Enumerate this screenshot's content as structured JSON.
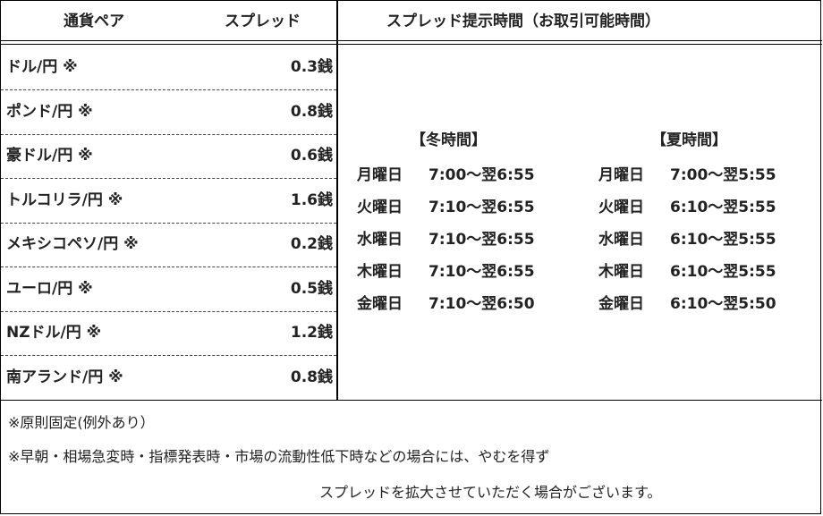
{
  "header": {
    "pair_label": "通貨ペア",
    "spread_label": "スプレッド",
    "time_label": "スプレッド提示時間（お取引可能時間）"
  },
  "rows": [
    {
      "pair": "ドル/円 ※",
      "spread": "0.3銭"
    },
    {
      "pair": "ポンド/円 ※",
      "spread": "0.8銭"
    },
    {
      "pair": "豪ドル/円 ※",
      "spread": "0.6銭"
    },
    {
      "pair": "トルコリラ/円 ※",
      "spread": "1.6銭"
    },
    {
      "pair": "メキシコペソ/円 ※",
      "spread": "0.2銭"
    },
    {
      "pair": "ユーロ/円 ※",
      "spread": "0.5銭"
    },
    {
      "pair": "NZドル/円 ※",
      "spread": "1.2銭"
    },
    {
      "pair": "南アランド/円 ※",
      "spread": "0.8銭"
    }
  ],
  "winter": {
    "title": "【冬時間】",
    "days": [
      {
        "day": "月曜日",
        "time": "7:00〜翌6:55"
      },
      {
        "day": "火曜日",
        "time": "7:10〜翌6:55"
      },
      {
        "day": "水曜日",
        "time": "7:10〜翌6:55"
      },
      {
        "day": "木曜日",
        "time": "7:10〜翌6:55"
      },
      {
        "day": "金曜日",
        "time": "7:10〜翌6:50"
      }
    ]
  },
  "summer": {
    "title": "【夏時間】",
    "days": [
      {
        "day": "月曜日",
        "time": "7:00〜翌5:55"
      },
      {
        "day": "火曜日",
        "time": "6:10〜翌5:55"
      },
      {
        "day": "水曜日",
        "time": "6:10〜翌5:55"
      },
      {
        "day": "木曜日",
        "time": "6:10〜翌5:55"
      },
      {
        "day": "金曜日",
        "time": "6:10〜翌5:50"
      }
    ]
  },
  "notes": {
    "note1": "※原則固定(例外あり）",
    "note2": "※早朝・相場急変時・指標発表時・市場の流動性低下時などの場合には、やむを得ず",
    "note3": "スプレッドを拡大させていただく場合がございます。"
  }
}
